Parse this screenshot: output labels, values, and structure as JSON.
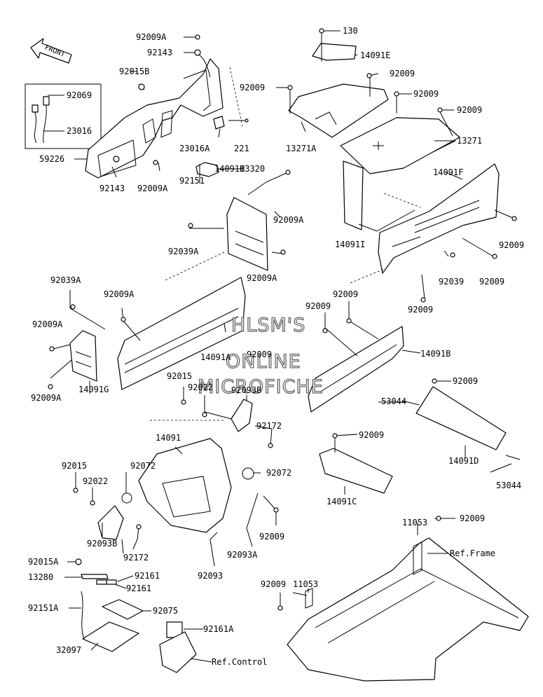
{
  "front_label": "FRONT",
  "watermark": [
    "HLSM'S",
    "ONLINE",
    "MICROFICHE"
  ],
  "callouts": {
    "c92009A_top": "92009A",
    "c92143_top": "92143",
    "c92015B": "92015B",
    "c92069": "92069",
    "c23016": "23016",
    "c59226": "59226",
    "c92143_bot": "92143",
    "c92009A_mid": "92009A",
    "c23016A": "23016A",
    "c221": "221",
    "c13320": "13320",
    "c92151": "92151",
    "c130": "130",
    "c14091E": "14091E",
    "c92009_a": "92009",
    "c92009_b": "92009",
    "c92009_c": "92009",
    "c92009_d": "92009",
    "c13271A": "13271A",
    "c13271": "13271",
    "c14091H": "14091H",
    "c92009A_h1": "92009A",
    "c92039A_h": "92039A",
    "c92009A_h2": "92009A",
    "c14091F": "14091F",
    "c14091I": "14091I",
    "c92009_f1": "92009",
    "c92039": "92039",
    "c92009_f2": "92009",
    "c92009_f3": "92009",
    "c92039A_g": "92039A",
    "c92009A_g1": "92009A",
    "c92009A_g2": "92009A",
    "c92009A_g3": "92009A",
    "c14091G": "14091G",
    "c14091A": "14091A",
    "c92009_b1": "92009",
    "c92009_b2": "92009",
    "c92009_b3": "92009",
    "c14091B": "14091B",
    "c92015_m": "92015",
    "c92022_m": "92022",
    "c92093B_m": "92093B",
    "c92172_m": "92172",
    "c92009_d1": "92009",
    "c53044_a": "53044",
    "c14091D": "14091D",
    "c53044_b": "53044",
    "c14091": "14091",
    "c92072_a": "92072",
    "c92072_b": "92072",
    "c92015_l": "92015",
    "c92022_l": "92022",
    "c92093B_l": "92093B",
    "c92172_l": "92172",
    "c92009_c1": "92009",
    "c14091C": "14091C",
    "c92009_u": "92009",
    "c92093A": "92093A",
    "c92093": "92093",
    "c11053_a": "11053",
    "c92009_e": "92009",
    "c92015A": "92015A",
    "c13280": "13280",
    "c92161_a": "92161",
    "c92161_b": "92161",
    "c92151A": "92151A",
    "c92075": "92075",
    "c92161A": "92161A",
    "c32097": "32097",
    "c92009_x": "92009",
    "c11053_b": "11053",
    "cRefFrame": "Ref.Frame",
    "cRefControl": "Ref.Control"
  }
}
